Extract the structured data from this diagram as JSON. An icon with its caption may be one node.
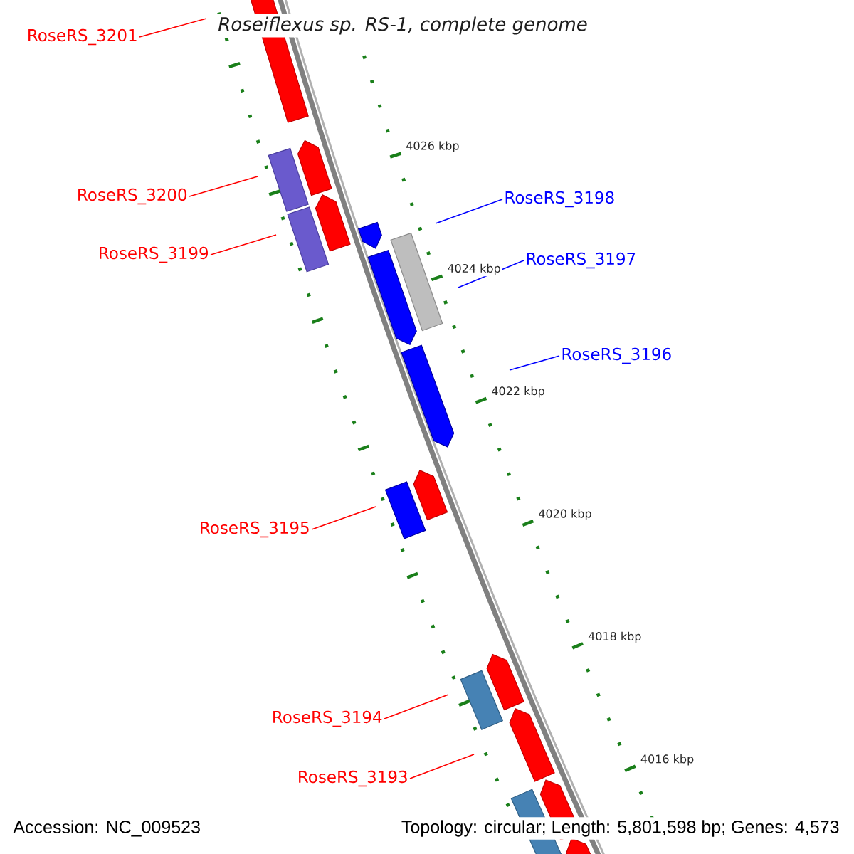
{
  "diagram": {
    "title": "Roseiflexus sp. RS-1, complete genome",
    "nodes": [
      {
        "text": [
          "RoseRS_3201"
        ]
      },
      {
        "text": [
          "RoseRS_3200"
        ]
      },
      {
        "text": [
          "RoseRS_3199"
        ]
      },
      {
        "text": [
          "RoseRS_3198"
        ]
      },
      {
        "text": [
          "RoseRS_3197"
        ]
      },
      {
        "text": [
          "RoseRS_3196"
        ]
      },
      {
        "text": [
          "RoseRS_3195"
        ]
      },
      {
        "text": [
          "RoseRS_3194"
        ]
      },
      {
        "text": [
          "RoseRS_3193"
        ]
      }
    ],
    "edges": [
      {
        "from": 0,
        "to": null,
        "arrow": "none"
      },
      {
        "from": 1,
        "to": null,
        "arrow": "none"
      },
      {
        "from": 2,
        "to": null,
        "arrow": "none"
      },
      {
        "from": 3,
        "to": null,
        "arrow": "none",
        "color": "#0000ff"
      },
      {
        "from": 4,
        "to": null,
        "arrow": "none",
        "color": "#0000ff"
      },
      {
        "from": 5,
        "to": null,
        "arrow": "none",
        "color": "#0000ff"
      },
      {
        "from": 6,
        "to": null,
        "arrow": "none"
      },
      {
        "from": 7,
        "to": null,
        "arrow": "none"
      },
      {
        "from": 8,
        "to": null,
        "arrow": "none"
      }
    ],
    "labels": [
      "4026 kbp",
      "4024 kbp",
      "4022 kbp",
      "4020 kbp",
      "4018 kbp",
      "4016 kbp",
      "Accession: NC_009523",
      "Topology: circular; Length: 5,801,598 bp; Genes: 4,573"
    ]
  }
}
